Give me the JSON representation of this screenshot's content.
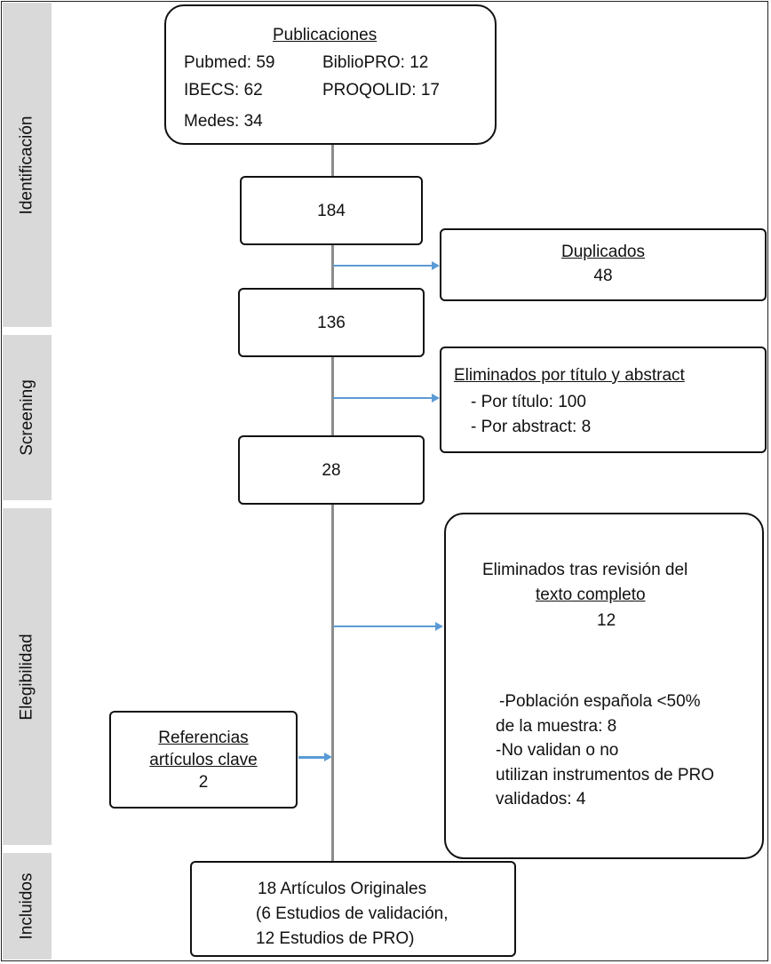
{
  "stages": {
    "identificacion": "Identificación",
    "screening": "Screening",
    "elegibilidad": "Elegibilidad",
    "incluidos": "Incluidos"
  },
  "publicaciones": {
    "title": "Publicaciones",
    "pubmed": "Pubmed: 59",
    "bibliopro": "BiblioPRO: 12",
    "ibecs": "IBECS: 62",
    "proqolid": "PROQOLID: 17",
    "medes": "Medes: 34"
  },
  "box_184": "184",
  "duplicados": {
    "title": "Duplicados",
    "value": "48"
  },
  "box_136": "136",
  "eliminados_titulo": {
    "title": "Eliminados por título y abstract",
    "por_titulo": "- Por título: 100",
    "por_abstract": "- Por abstract: 8"
  },
  "box_28": "28",
  "eliminados_texto": {
    "line1": "Eliminados tras revisión del",
    "line2": "texto completo",
    "value": "12",
    "reason1a": "-Población española <50%",
    "reason1b": "de la muestra: 8",
    "reason2a": "-No validan o no",
    "reason2b": "utilizan instrumentos de PRO",
    "reason2c": "validados: 4"
  },
  "referencias": {
    "line1": "Referencias",
    "line2": "artículos clave",
    "value": "2"
  },
  "incluidos": {
    "line1": "18 Artículos Originales",
    "line2": "(6 Estudios de validación,",
    "line3": "12 Estudios de PRO)"
  }
}
